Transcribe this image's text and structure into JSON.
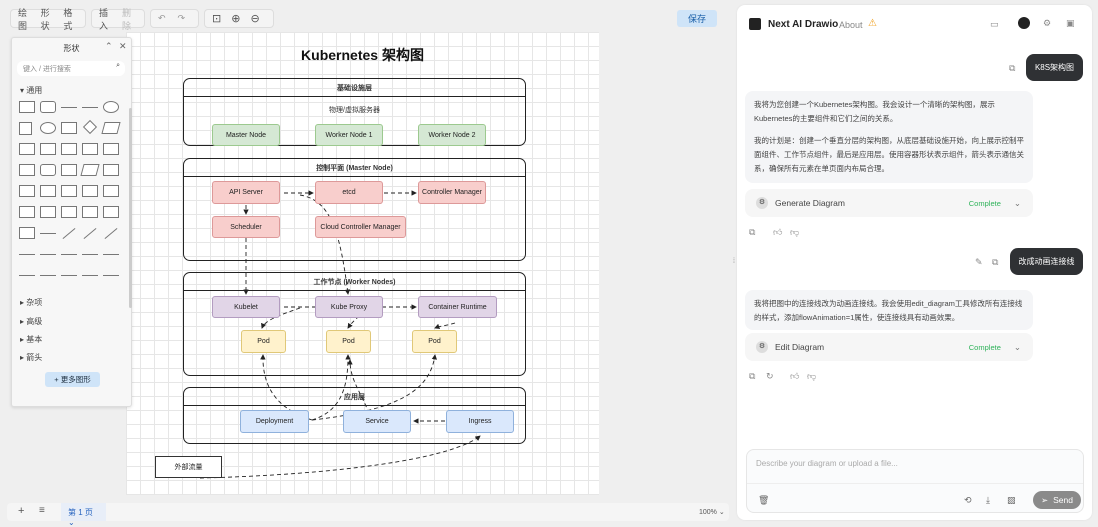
{
  "toolbar": {
    "draw": "绘图",
    "shape": "形状",
    "format": "格式",
    "insert": "插入",
    "delete": "删除",
    "undo": "↶",
    "redo": "↷",
    "fit": "⊡",
    "zoom_in": "⊕",
    "zoom_out": "⊖",
    "save": "保存"
  },
  "shapes_panel": {
    "title": "形状",
    "search_placeholder": "键入 / 进行搜索",
    "general": "通用",
    "sections": [
      "杂项",
      "高级",
      "基本",
      "箭头"
    ],
    "more": "+ 更多图形"
  },
  "bottom": {
    "page": "第 1 页",
    "zoom": "100%"
  },
  "diagram": {
    "title": "Kubernetes 架构图",
    "layers": [
      {
        "title": "基础设施层",
        "subtitle": "物理/虚拟服务器",
        "nodes": [
          "Master Node",
          "Worker Node 1",
          "Worker Node 2"
        ]
      },
      {
        "title": "控制平面 (Master Node)",
        "nodes": [
          "API Server",
          "etcd",
          "Controller Manager",
          "Scheduler",
          "Cloud Controller Manager"
        ]
      },
      {
        "title": "工作节点 (Worker Nodes)",
        "nodes": [
          "Kubelet",
          "Kube Proxy",
          "Container Runtime",
          "Pod",
          "Pod",
          "Pod"
        ]
      },
      {
        "title": "应用层",
        "nodes": [
          "Deployment",
          "Service",
          "Ingress"
        ]
      }
    ],
    "external": "外部流量",
    "colors": {
      "infra": "#d5e8d4",
      "control": "#f8cecc",
      "worker": "#e1d5e7",
      "pod": "#fff2cc",
      "app": "#dae8fc"
    }
  },
  "chat": {
    "app_name": "Next AI Drawio",
    "about": "About",
    "messages": [
      {
        "role": "user",
        "text": "K8S架构图"
      },
      {
        "role": "assistant",
        "paragraphs": [
          "我将为您创建一个Kubernetes架构图。我会设计一个清晰的架构图，展示Kubernetes的主要组件和它们之间的关系。",
          "我的计划是：创建一个垂直分层的架构图，从底层基础设施开始，向上展示控制平面组件、工作节点组件，最后是应用层。使用容器形状表示组件，箭头表示通信关系，确保所有元素在单页面内布局合理。"
        ],
        "tool": "Generate Diagram",
        "status": "Complete"
      },
      {
        "role": "user",
        "text": "改成动画连接线"
      },
      {
        "role": "assistant",
        "paragraphs": [
          "我将把图中的连接线改为动画连接线。我会使用edit_diagram工具修改所有连接线的样式，添加flowAnimation=1属性，使连接线具有动画效果。"
        ],
        "tool": "Edit Diagram",
        "status": "Complete"
      }
    ],
    "input_placeholder": "Describe your diagram or upload a file...",
    "send": "Send"
  }
}
